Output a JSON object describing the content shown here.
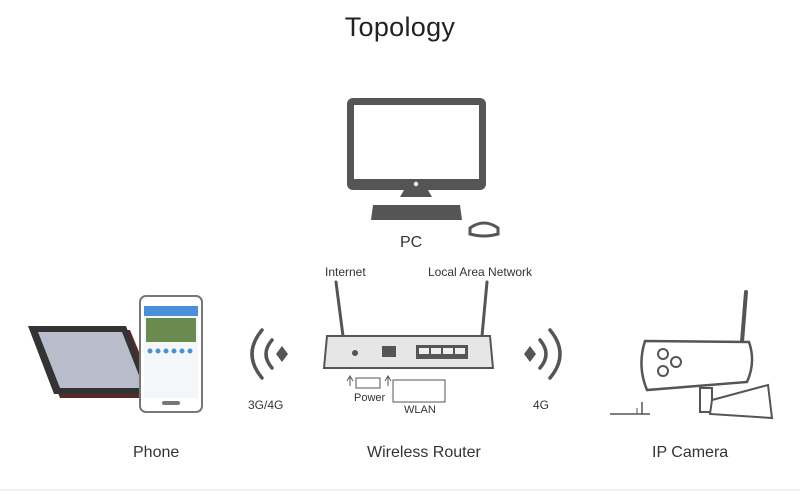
{
  "title": "Topology",
  "devices": {
    "pc": "PC",
    "phone": "Phone",
    "router": "Wireless Router",
    "camera": "IP Camera"
  },
  "links": {
    "internet": "Internet",
    "lan": "Local Area Network",
    "phone_link": "3G/4G",
    "camera_link": "4G",
    "power": "Power",
    "wlan": "WLAN"
  },
  "colors": {
    "stroke": "#4a4a4a",
    "fill": "#555555",
    "screen": "#ffffff",
    "tablet_case": "#5a2a26"
  }
}
